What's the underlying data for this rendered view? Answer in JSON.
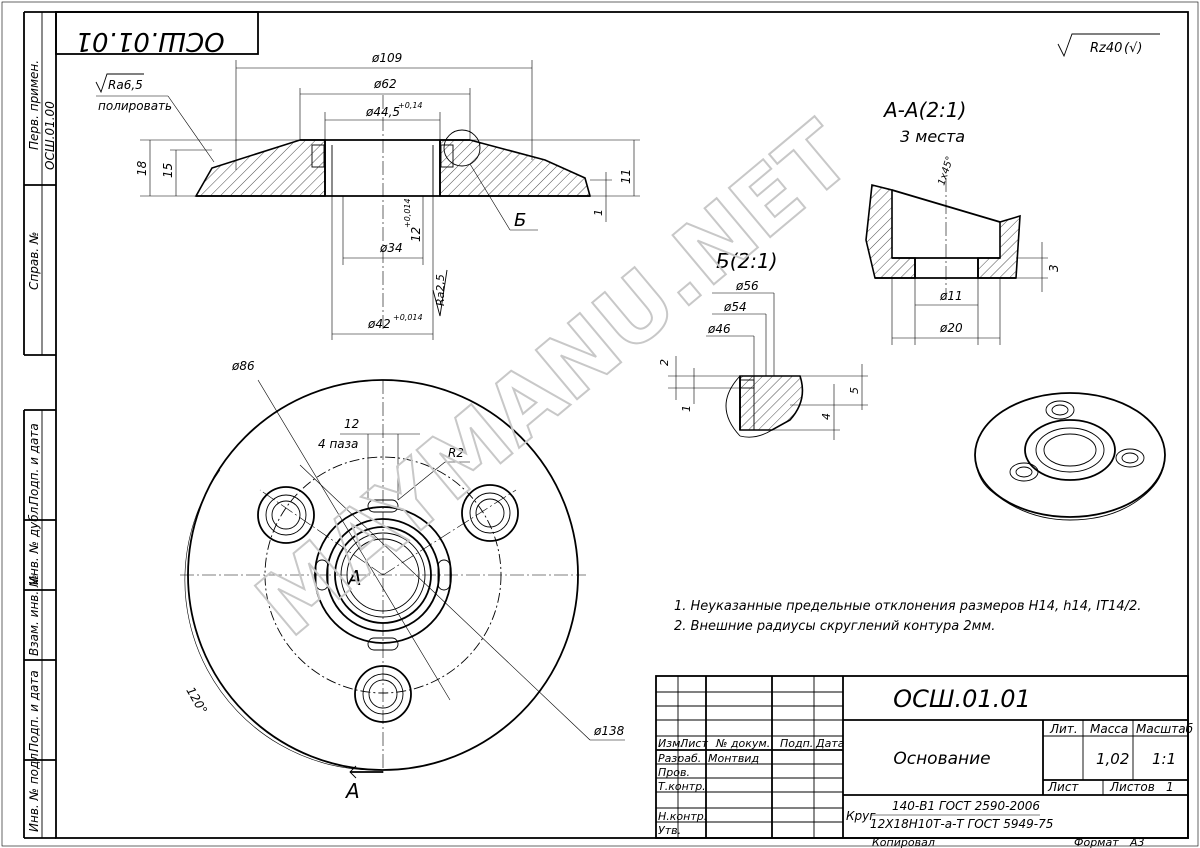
{
  "doc_code": "ОСШ.01.01",
  "rotated_code": "ОСШ.01.01",
  "side_labels": [
    "Перв. примен.",
    "Справ. №",
    "Подп. и дата",
    "Инв. № дубл.",
    "Взам. инв. №",
    "Подп. и дата",
    "Инв. № подл."
  ],
  "first_use": "ОСШ.01.00",
  "roughness_general": "Rz40",
  "roughness_general_suffix": "(√)",
  "dims": {
    "d109": "ø109",
    "d62": "ø62",
    "d44_5": "ø44,5",
    "d44_5_tol": "+0,14",
    "d34": "ø34",
    "d42": "ø42",
    "d42_tol": "+0,014",
    "h12": "12",
    "h12_tol": "+0,014",
    "h18": "18",
    "h15": "15",
    "h11": "11",
    "h1": "1",
    "ra6_5": "Ra6,5",
    "ra2_5": "Ra2,5",
    "polish": "полировать",
    "view_b_marker": "Б"
  },
  "detail_b": {
    "title": "Б(2:1)",
    "d56": "ø56",
    "d54": "ø54",
    "d46": "ø46",
    "v2": "2",
    "v1": "1",
    "v5": "5",
    "v4": "4"
  },
  "section_a": {
    "title": "А-А(2:1)",
    "places": "3 места",
    "chamfer": "1x45°",
    "d11": "ø11",
    "d20": "ø20",
    "v3": "3"
  },
  "plan": {
    "d86": "ø86",
    "d138": "ø138",
    "slot_w": "12",
    "slots": "4 паза",
    "r2": "R2",
    "angle": "120°",
    "section_mark": "А"
  },
  "notes": [
    "1.  Неуказанные предельные отклонения размеров H14, h14, IT14/2.",
    "2.  Внешние радиусы скруглений контура 2мм."
  ],
  "title_block": {
    "designation": "ОСШ.01.01",
    "name": "Основание",
    "lit_label": "Лит.",
    "mass_label": "Масса",
    "scale_label": "Масштаб",
    "mass": "1,02",
    "scale": "1:1",
    "sheet_label": "Лист",
    "sheets_label": "Листов",
    "sheets": "1",
    "col_izm": "Изм.",
    "col_list": "Лист",
    "col_doc": "№ докум.",
    "col_sign": "Подп.",
    "col_date": "Дата",
    "role_dev": "Разраб.",
    "dev_name": "Монтвид",
    "role_check": "Пров.",
    "role_tcontrol": "Т.контр.",
    "role_ncontrol": "Н.контр.",
    "role_approve": "Утв.",
    "material_prefix": "Круг",
    "material_line1": "140-В1 ГОСТ 2590-2006",
    "material_line2": "12Х18Н10Т-а-Т ГОСТ 5949-75",
    "copied": "Копировал",
    "format_label": "Формат",
    "format": "А3"
  },
  "watermark": "MAYMANU.NET"
}
